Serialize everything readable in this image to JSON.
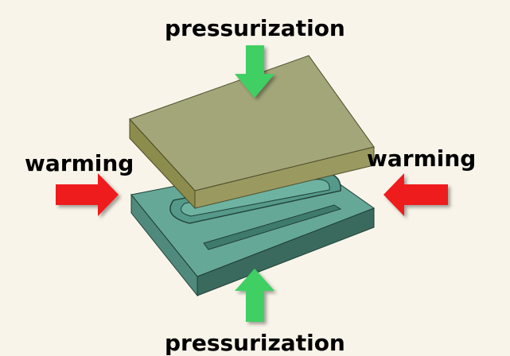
{
  "labels": {
    "top": "pressurization",
    "bottom": "pressurization",
    "left": "warming",
    "right": "warming"
  },
  "icons": {
    "top_arrow": "arrow-down-icon",
    "bottom_arrow": "arrow-up-icon",
    "left_arrow": "arrow-right-icon",
    "right_arrow": "arrow-left-icon"
  },
  "colors": {
    "background": "#f8f4e9",
    "upper_plate_top": "#a3a679",
    "upper_plate_front": "#8c8c4c",
    "lower_plate_top": "#66a898",
    "lower_plate_front": "#3a6a5e",
    "pressure_arrow": "#3fcf62",
    "heat_arrow": "#ee1c1c"
  }
}
